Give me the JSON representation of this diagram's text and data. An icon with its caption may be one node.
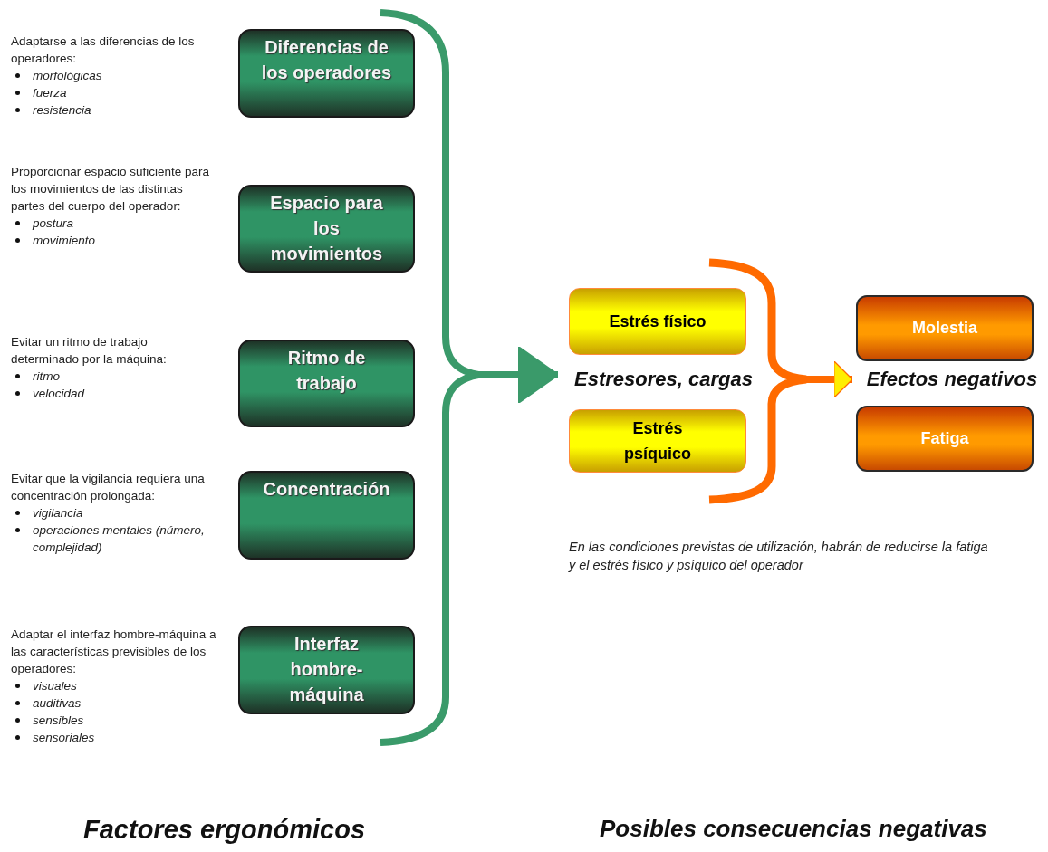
{
  "diagram": {
    "nodes": [
      {
        "text": [
          "Diferencias de los operadores"
        ],
        "beside": [
          "Adaptarse a las diferencias de los operadores:",
          "morfológicas",
          "fuerza",
          "resistencia"
        ]
      },
      {
        "text": [
          "Espacio para los movimientos"
        ],
        "beside": [
          "Proporcionar espacio suficiente para los movimientos de las distintas partes del cuerpo del operador:",
          "postura",
          "movimiento"
        ]
      },
      {
        "text": [
          "Ritmo de trabajo"
        ],
        "beside": [
          "Evitar un ritmo de trabajo determinado por la máquina:",
          "ritmo",
          "velocidad"
        ]
      },
      {
        "text": [
          "Concentración"
        ],
        "beside": [
          "Evitar que la vigilancia requiera una concentración prolongada:",
          "vigilancia",
          "operaciones mentales (número, complejidad)"
        ]
      },
      {
        "text": [
          "Interfaz hombre-máquina"
        ],
        "beside": [
          "Adaptar el interfaz hombre-máquina a las características previsibles de los operadores:",
          "visuales",
          "auditivas",
          "sensibles",
          "sensoriales"
        ]
      },
      {
        "text": [],
        "shape": "brace"
      },
      {
        "text": [
          "Estrés físico"
        ]
      },
      {
        "text": [
          "Estresores, cargas"
        ]
      },
      {
        "text": [
          "Estrés psíquico"
        ]
      },
      {
        "text": [],
        "shape": "brace"
      },
      {
        "text": [
          "Molestia"
        ]
      },
      {
        "text": [
          "Efectos negativos"
        ]
      },
      {
        "text": [
          "Fatiga"
        ]
      }
    ],
    "edges": [
      {
        "from": 5,
        "to": 7,
        "arrow": "to",
        "color": "#3a9a6a"
      },
      {
        "from": 9,
        "to": 11,
        "arrow": "to",
        "color": "#ff6a00"
      }
    ],
    "labels": [
      "En las condiciones previstas de utilización, habrán de reducirse la fatiga y el estrés físico y psíquico del operador",
      "Factores ergonómicos",
      "Posibles consecuencias negativas"
    ]
  }
}
